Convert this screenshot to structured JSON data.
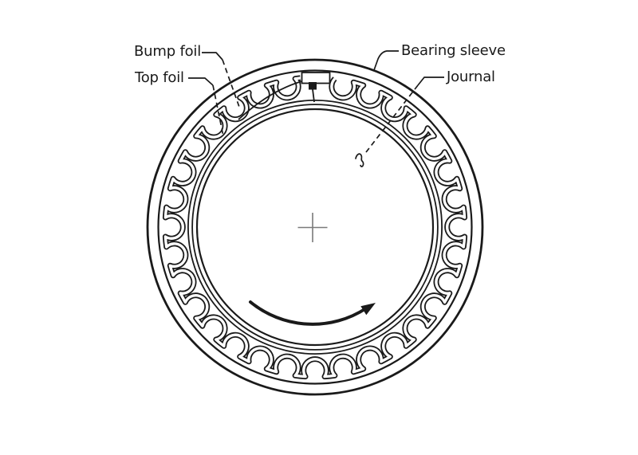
{
  "diagram": {
    "background": "#ffffff",
    "line_color": "#1a1a1a",
    "cross_color": "#7a7a7a",
    "labels": {
      "bump_foil": "Bump foil",
      "top_foil": "Top foil",
      "bearing_sleeve": "Bearing sleeve",
      "journal": "Journal"
    },
    "parts": {
      "bump_count": 31,
      "rotation_arrow_direction": "counterclockwise",
      "center_mark": "cross"
    }
  }
}
